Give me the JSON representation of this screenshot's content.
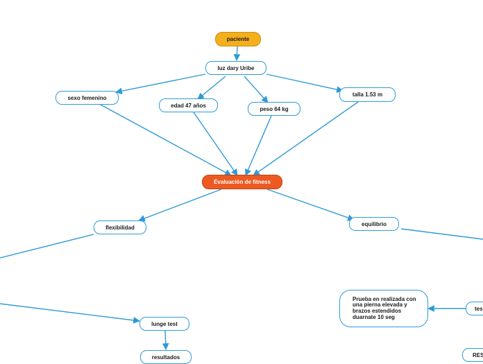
{
  "colors": {
    "line": "#2e9ad6",
    "root_fill": "#f4b01c",
    "center_fill": "#ec5a22"
  },
  "nodes": {
    "paciente": "paciente",
    "nombre": "luz dary Uribe",
    "sexo": "sexo femenino",
    "edad": "edad 47 años",
    "peso": "peso 64 kg",
    "talla": "talla 1.53 m",
    "evaluacion": "Evaluación de fitness",
    "flexibilidad": "flexibilidad",
    "equilibrio": "equilibrio",
    "lunge": "lunge test",
    "resultados": "resultados",
    "prueba": "Prueba en realizada con una pierna elevada y brazos estendidos duarnate 10 seg",
    "test_partial": "tes",
    "res_partial": "RES"
  }
}
